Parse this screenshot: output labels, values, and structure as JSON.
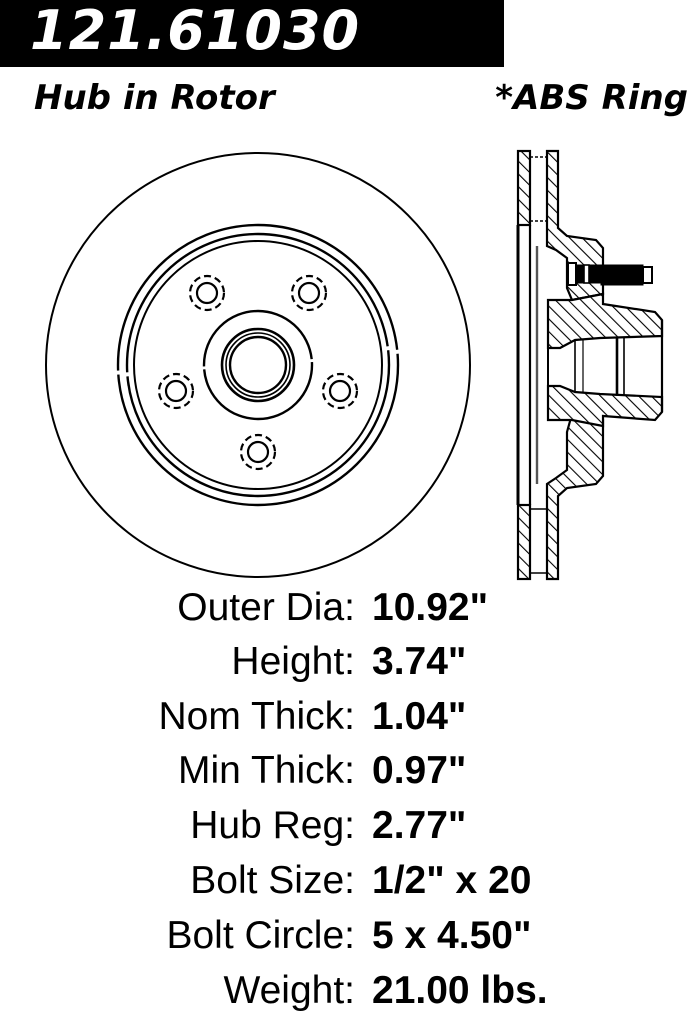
{
  "header": {
    "part_number": "121.61030",
    "left_note": "Hub in Rotor",
    "right_note": "*ABS Ring"
  },
  "drawing": {
    "front_view": "rotor-front-view",
    "side_view": "rotor-cross-section-view",
    "bolt_count": 5
  },
  "specs": [
    {
      "label": "Outer Dia:",
      "value": "10.92\""
    },
    {
      "label": "Height:",
      "value": "3.74\""
    },
    {
      "label": "Nom Thick:",
      "value": "1.04\""
    },
    {
      "label": "Min Thick:",
      "value": "0.97\""
    },
    {
      "label": "Hub Reg:",
      "value": "2.77\""
    },
    {
      "label": "Bolt Size:",
      "value": "1/2\" x 20"
    },
    {
      "label": "Bolt Circle:",
      "value": "5 x 4.50\""
    },
    {
      "label": "Weight:",
      "value": "21.00 lbs."
    }
  ],
  "colors": {
    "ink": "#000000",
    "background": "#ffffff",
    "header_bg": "#000000",
    "header_text": "#ffffff"
  }
}
